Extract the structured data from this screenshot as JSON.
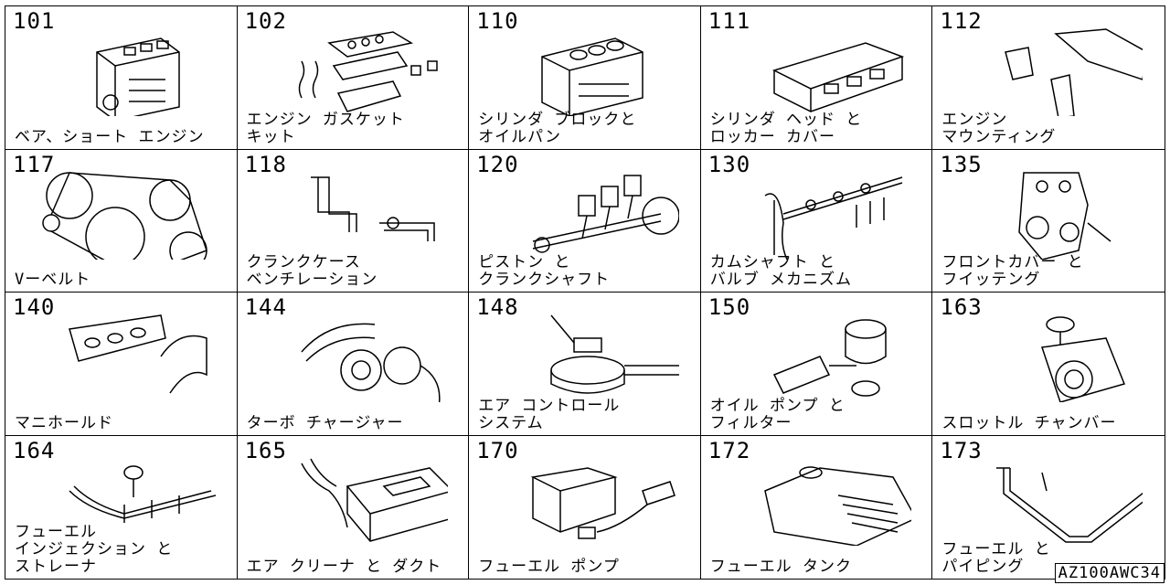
{
  "catalog": {
    "footer_code": "AZ100AWC34",
    "items": [
      {
        "code": "101",
        "name": "ベア、ショート エンジン",
        "icon": "short-engine-icon"
      },
      {
        "code": "102",
        "name": "エンジン ガスケット\nキット",
        "icon": "gasket-kit-icon"
      },
      {
        "code": "110",
        "name": "シリンダ ブロックと\nオイルパン",
        "icon": "cylinder-block-icon"
      },
      {
        "code": "111",
        "name": "シリンダ ヘッド と\nロッカー カバー",
        "icon": "cylinder-head-icon"
      },
      {
        "code": "112",
        "name": "エンジン\nマウンティング",
        "icon": "engine-mount-icon"
      },
      {
        "code": "117",
        "name": "Vーベルト",
        "icon": "v-belt-icon"
      },
      {
        "code": "118",
        "name": "クランクケース\nベンチレーション",
        "icon": "crankcase-ventilation-icon"
      },
      {
        "code": "120",
        "name": "ピストン と\nクランクシャフト",
        "icon": "piston-crankshaft-icon"
      },
      {
        "code": "130",
        "name": "カムシャフト と\nバルブ メカニズム",
        "icon": "camshaft-valve-icon"
      },
      {
        "code": "135",
        "name": "フロントカバー と\nフイッテング",
        "icon": "front-cover-icon"
      },
      {
        "code": "140",
        "name": "マニホールド",
        "icon": "manifold-icon"
      },
      {
        "code": "144",
        "name": "ターボ チャージャー",
        "icon": "turbocharger-icon"
      },
      {
        "code": "148",
        "name": "エア コントロール\nシステム",
        "icon": "air-control-icon"
      },
      {
        "code": "150",
        "name": "オイル ポンプ と\nフィルター",
        "icon": "oil-pump-filter-icon"
      },
      {
        "code": "163",
        "name": "スロットル チャンバー",
        "icon": "throttle-chamber-icon"
      },
      {
        "code": "164",
        "name": "フューエル\nインジェクション と\nストレーナ",
        "icon": "fuel-injection-icon"
      },
      {
        "code": "165",
        "name": "エア クリーナ と ダクト",
        "icon": "air-cleaner-icon"
      },
      {
        "code": "170",
        "name": "フューエル ポンプ",
        "icon": "fuel-pump-icon"
      },
      {
        "code": "172",
        "name": "フューエル タンク",
        "icon": "fuel-tank-icon"
      },
      {
        "code": "173",
        "name": "フューエル と\nパイピング",
        "icon": "fuel-piping-icon"
      }
    ]
  }
}
